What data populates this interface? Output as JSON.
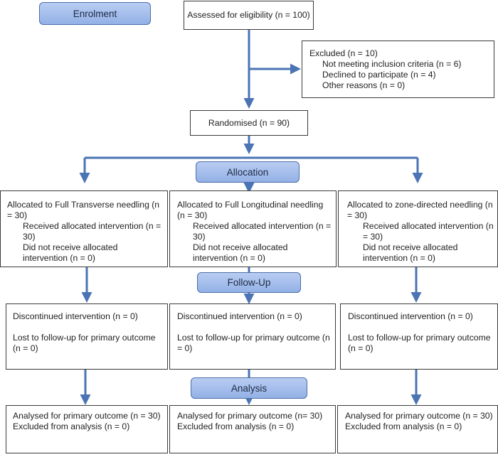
{
  "colors": {
    "arrow": "#4a74b4",
    "stage_fill": "#a9c1ee",
    "border": "#3a3a3a"
  },
  "stages": {
    "enrolment": "Enrolment",
    "allocation": "Allocation",
    "follow_up": "Follow-Up",
    "analysis": "Analysis"
  },
  "enrolment": {
    "assessed": "Assessed for eligibility (n = 100)",
    "excluded": {
      "title": "Excluded (n = 10)",
      "reasons": [
        "Not meeting inclusion criteria (n = 6)",
        "Declined to participate (n = 4)",
        "Other reasons (n = 0)"
      ]
    },
    "randomised": "Randomised (n = 90)"
  },
  "arms": [
    {
      "allocated": "Allocated to Full Transverse needling (n = 30)",
      "received": "Received allocated intervention (n = 30)",
      "not_received": "Did not receive allocated intervention (n = 0)",
      "discontinued": "Discontinued intervention (n = 0)",
      "lost": "Lost to follow-up for primary outcome (n = 0)",
      "analysed": "Analysed for primary outcome (n = 30)",
      "excluded": "Excluded from analysis (n = 0)"
    },
    {
      "allocated": "Allocated to Full Longitudinal needling (n = 30)",
      "received": "Received allocated intervention (n = 30)",
      "not_received": "Did not receive allocated intervention (n = 0)",
      "discontinued": "Discontinued intervention (n = 0)",
      "lost": "Lost to follow-up for primary outcome (n = 0)",
      "analysed": "Analysed for primary outcome (n= 30)",
      "excluded": "Excluded from analysis (n = 0)"
    },
    {
      "allocated": "Allocated to zone-directed needling (n = 30)",
      "received": "Received allocated intervention (n = 30)",
      "not_received": "Did not receive allocated intervention (n = 0)",
      "discontinued": "Discontinued intervention (n = 0)",
      "lost": "Lost to follow-up for primary outcome (n = 0)",
      "analysed": "Analysed for primary outcome (n = 30)",
      "excluded": "Excluded from analysis (n = 0)"
    }
  ]
}
